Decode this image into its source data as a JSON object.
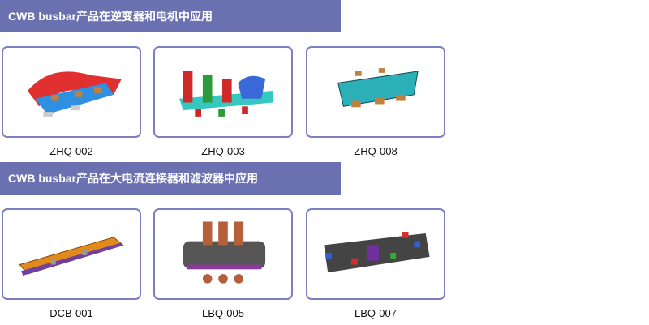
{
  "sections": [
    {
      "title": "CWB busbar产品在逆变器和电机中应用",
      "products": [
        {
          "label": "ZHQ-002",
          "color": "#2f8fe0"
        },
        {
          "label": "ZHQ-003",
          "color": "#35c8c0"
        },
        {
          "label": "ZHQ-008",
          "color": "#2bb0b8"
        }
      ]
    },
    {
      "title": "CWB busbar产品在大电流连接器和滤波器中应用",
      "products": [
        {
          "label": "DCB-001",
          "color": "#e08a1c"
        },
        {
          "label": "LBQ-005",
          "color": "#555"
        },
        {
          "label": "LBQ-007",
          "color": "#444"
        }
      ]
    }
  ]
}
